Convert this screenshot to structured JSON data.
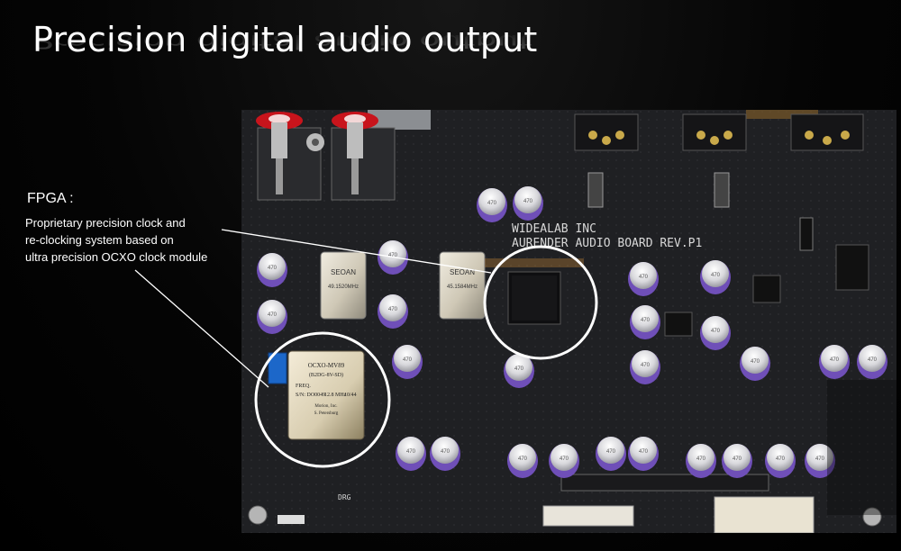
{
  "title": "Precision digital audio output",
  "callout": {
    "heading": "FPGA :",
    "body_lines": [
      "Proprietary precision clock and",
      "re-clocking system based on",
      "ultra precision OCXO clock module"
    ]
  },
  "board": {
    "brand_line": "WIDEALAB INC",
    "model_line": "AURENDER AUDIO BOARD REV.P1",
    "crystal_1": "SEOAN",
    "crystal_2": "SEOAN",
    "crystal_1_freq": "49.1520MHz",
    "crystal_2_freq": "45.1584MHz",
    "ocxo_label": "OCXO-MV89",
    "ocxo_line2": "(B2DG-8V-SD)",
    "ocxo_freq_label": "FREQ.",
    "ocxo_freq": "12.8 MHz",
    "ocxo_serial": "S/N: DO0049",
    "ocxo_date": "10/44",
    "ocxo_maker": "Morion, Inc.",
    "ocxo_city": "S. Petersburg",
    "cap_text": "470",
    "drg_mark": "DRG"
  },
  "colors": {
    "board": "#202124",
    "highlight_circle": "#ffffff",
    "capacitor_band": "#6f4fb8",
    "rca_red": "#c8141c"
  }
}
